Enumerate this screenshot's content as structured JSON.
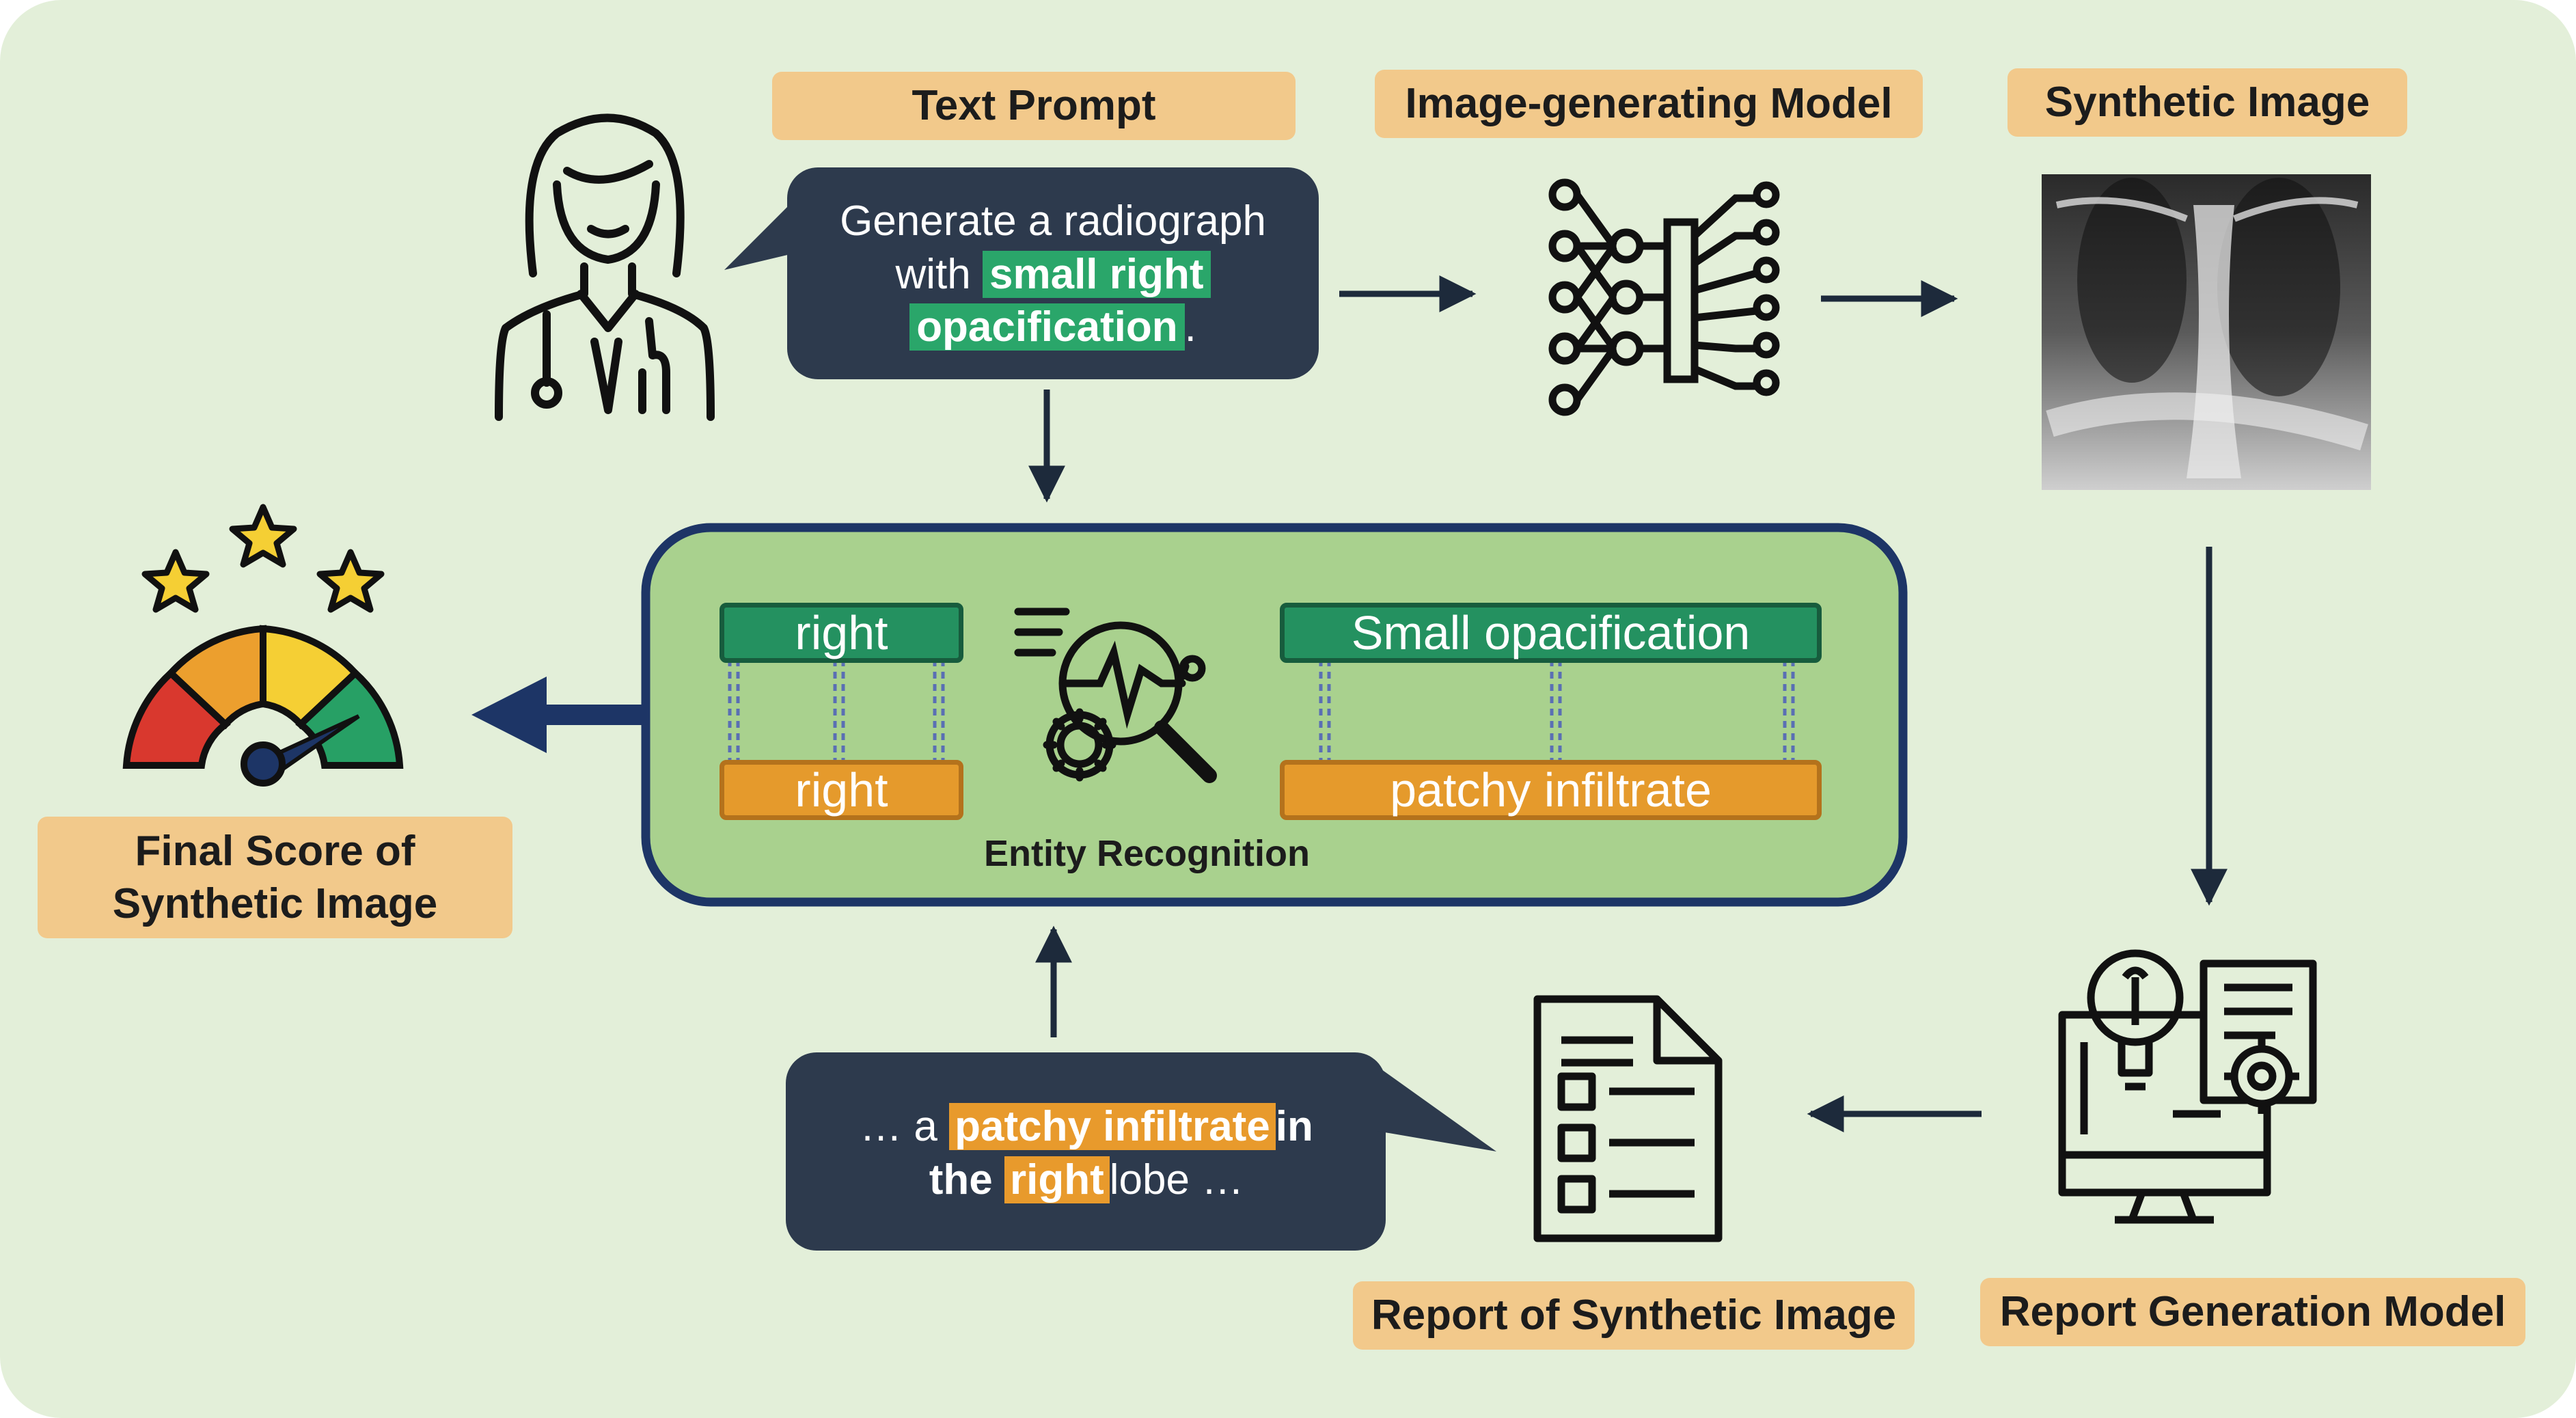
{
  "labels": {
    "text_prompt": "Text Prompt",
    "image_model": "Image-generating Model",
    "synthetic_image": "Synthetic Image",
    "final_score": "Final Score of Synthetic Image",
    "report_of_image": "Report of Synthetic Image",
    "report_model": "Report Generation Model",
    "entity_recognition": "Entity Recognition"
  },
  "prompt_bubble": {
    "pre": "Generate a radiograph with ",
    "highlight1": "small right",
    "highlight2": "opacification",
    "post": "."
  },
  "report_bubble": {
    "pre": "… a ",
    "highlight1": "patchy infiltrate",
    "mid_bold": "in",
    "bold2": "the",
    "highlight2": "right",
    "post": "lobe …"
  },
  "entities": {
    "left_top": "right",
    "left_bottom": "right",
    "right_top": "Small opacification",
    "right_bottom": "patchy infiltrate"
  },
  "colors": {
    "panel_bg": "#e3efd9",
    "label_bg": "#f2c98b",
    "bubble_bg": "#2d3a4d",
    "center_box_bg": "#a9d18e",
    "center_box_border": "#1d3566",
    "entity_green": "#249160",
    "entity_orange": "#e59a2c",
    "arrow": "#1d2a3b",
    "big_arrow": "#1d3566"
  },
  "icons": [
    "doctor-icon",
    "neural-network-icon",
    "xray-image",
    "gauge-score-icon",
    "star-icon",
    "entity-recognition-icon",
    "report-document-icon",
    "report-generation-computer-icon"
  ]
}
